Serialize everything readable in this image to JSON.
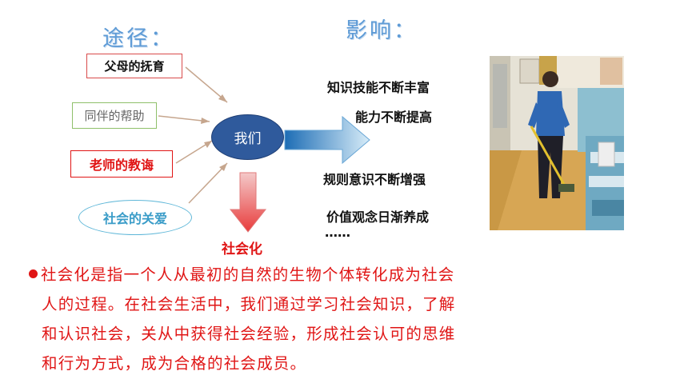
{
  "headings": {
    "pathways": "途径：",
    "influence": "影响："
  },
  "sources": [
    "父母的抚育",
    "同伴的帮助",
    "老师的教诲",
    "社会的关爱"
  ],
  "center": "我们",
  "result": "社会化",
  "effects": [
    "知识技能不断丰富",
    "能力不断提高",
    "规则意识不断增强",
    "价值观念日渐养成",
    "……"
  ],
  "photo": {
    "icon": "student-mopping-photo"
  },
  "definition": {
    "lines": [
      "社会化是指一个人从最初的自然的生物个体转化成为社会",
      "人的过程。在社会生活中，我们通过学习社会知识，了解",
      "和认识社会，关从中获得社会经验，形成社会认可的思维",
      "和行为方式，成为合格的社会成员。"
    ]
  },
  "colors": {
    "accent_red": "#e01515",
    "heading_blue": "#5e9bd6",
    "oval_blue": "#2f5a9c"
  }
}
